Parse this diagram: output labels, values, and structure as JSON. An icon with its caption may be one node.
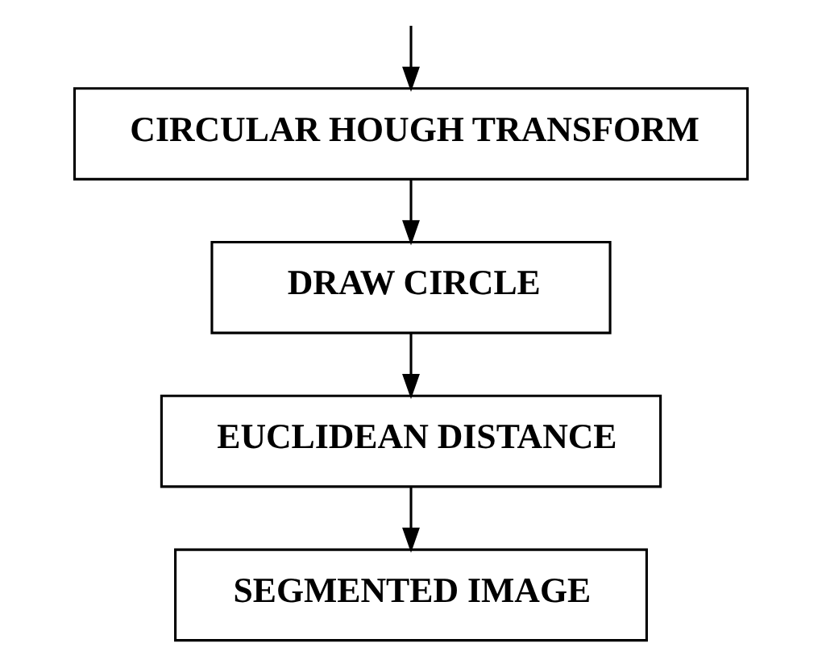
{
  "diagram": {
    "nodes": [
      {
        "text": [
          "CIRCULAR HOUGH TRANSFORM"
        ]
      },
      {
        "text": [
          "DRAW CIRCLE"
        ]
      },
      {
        "text": [
          "EUCLIDEAN DISTANCE"
        ]
      },
      {
        "text": [
          "SEGMENTED IMAGE"
        ]
      }
    ],
    "edges": [
      {
        "from": null,
        "to": 0,
        "arrow": "to"
      },
      {
        "from": 0,
        "to": 1,
        "arrow": "to"
      },
      {
        "from": 1,
        "to": 2,
        "arrow": "to"
      },
      {
        "from": 2,
        "to": 3,
        "arrow": "to"
      }
    ]
  }
}
